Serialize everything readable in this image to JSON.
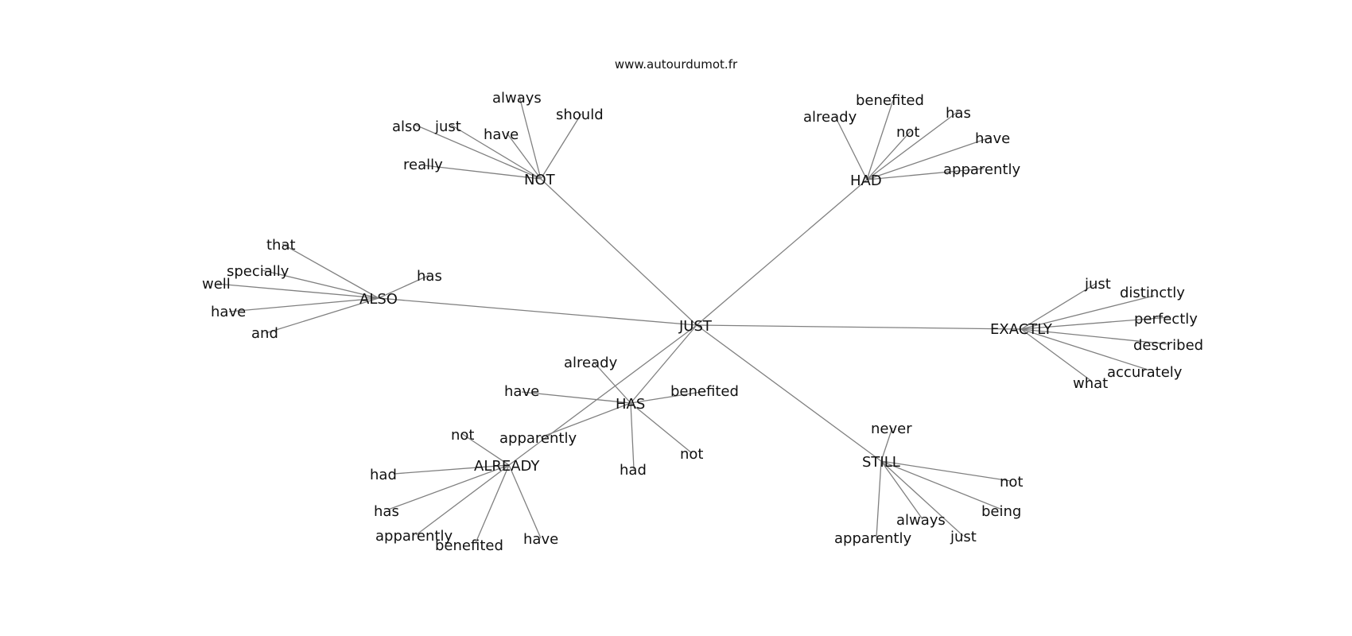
{
  "watermark": "www.autourdumot.fr",
  "graph": {
    "center": "JUST",
    "hubs": [
      {
        "id": "not",
        "label": "NOT",
        "words": [
          "always",
          "should",
          "also",
          "just",
          "have",
          "really"
        ]
      },
      {
        "id": "had",
        "label": "HAD",
        "words": [
          "benefited",
          "already",
          "has",
          "not",
          "have",
          "apparently"
        ]
      },
      {
        "id": "also",
        "label": "ALSO",
        "words": [
          "that",
          "specially",
          "has",
          "well",
          "have",
          "and"
        ]
      },
      {
        "id": "exactly",
        "label": "EXACTLY",
        "words": [
          "just",
          "distinctly",
          "perfectly",
          "described",
          "accurately",
          "what"
        ]
      },
      {
        "id": "has",
        "label": "HAS",
        "words": [
          "already",
          "have",
          "benefited",
          "apparently",
          "not",
          "had"
        ]
      },
      {
        "id": "already",
        "label": "ALREADY",
        "words": [
          "not",
          "had",
          "has",
          "apparently",
          "benefited",
          "have"
        ]
      },
      {
        "id": "still",
        "label": "STILL",
        "words": [
          "never",
          "not",
          "being",
          "always",
          "just",
          "apparently"
        ]
      }
    ]
  }
}
